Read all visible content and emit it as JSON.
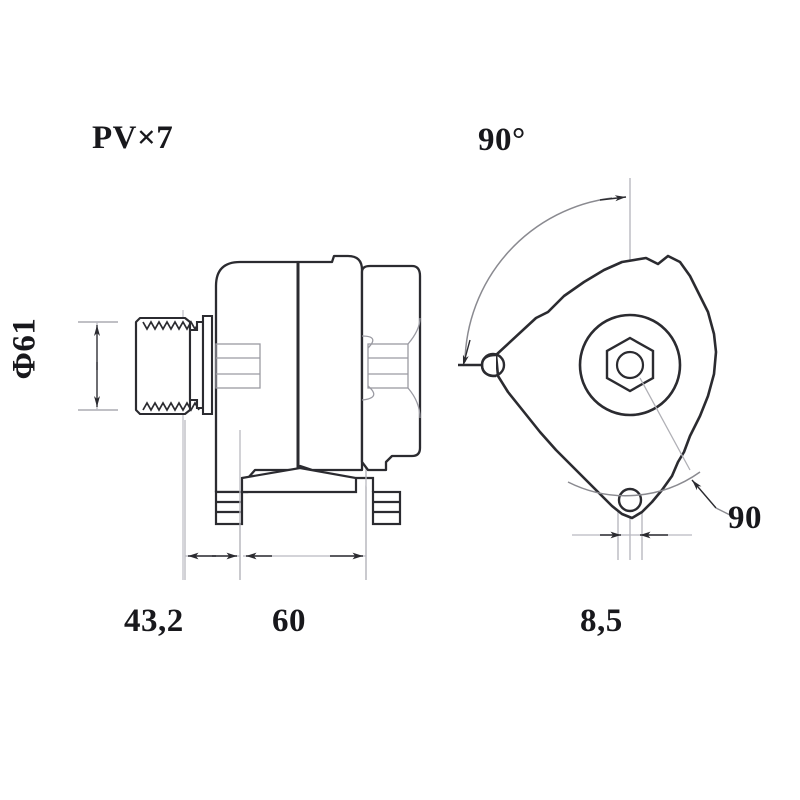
{
  "drawing": {
    "title": "Alternator dimensional drawing",
    "background_color": "#ffffff",
    "line_color": "#2b2b30",
    "thin_line_color": "#8a8a90",
    "center_line_color": "#b4b4ba",
    "text_color": "#18181c"
  },
  "annotations": {
    "pulley_spec": "PV×7",
    "angle_top": "90°",
    "pulley_diameter": "Φ61",
    "dim_length_front": "43,2",
    "dim_length_body": "60",
    "dim_hole_width": "8,5",
    "angle_bottom": "90"
  },
  "views": {
    "side_view": {
      "name": "side-elevation",
      "features": [
        "v-ribbed-pulley",
        "drive-end-housing",
        "slip-ring-end-housing",
        "mounting-foot-front",
        "mounting-foot-rear",
        "rear-cover"
      ]
    },
    "front_view": {
      "name": "end-elevation",
      "features": [
        "housing-outline",
        "center-hub-circle",
        "hex-nut",
        "shaft-bore",
        "mounting-ear-hole-left",
        "mounting-hole-bottom",
        "angle-arc-upper",
        "angle-arc-lower"
      ]
    }
  },
  "dimension_lines": [
    {
      "id": "phi61",
      "orientation": "vertical",
      "label": "Φ61",
      "from": 322,
      "to": 410
    },
    {
      "id": "d432",
      "orientation": "horizontal",
      "label": "43,2",
      "from": 185,
      "to": 240
    },
    {
      "id": "d60",
      "orientation": "horizontal",
      "label": "60",
      "from": 243,
      "to": 366
    },
    {
      "id": "d85",
      "orientation": "horizontal",
      "label": "8,5",
      "from": 618,
      "to": 642
    }
  ]
}
